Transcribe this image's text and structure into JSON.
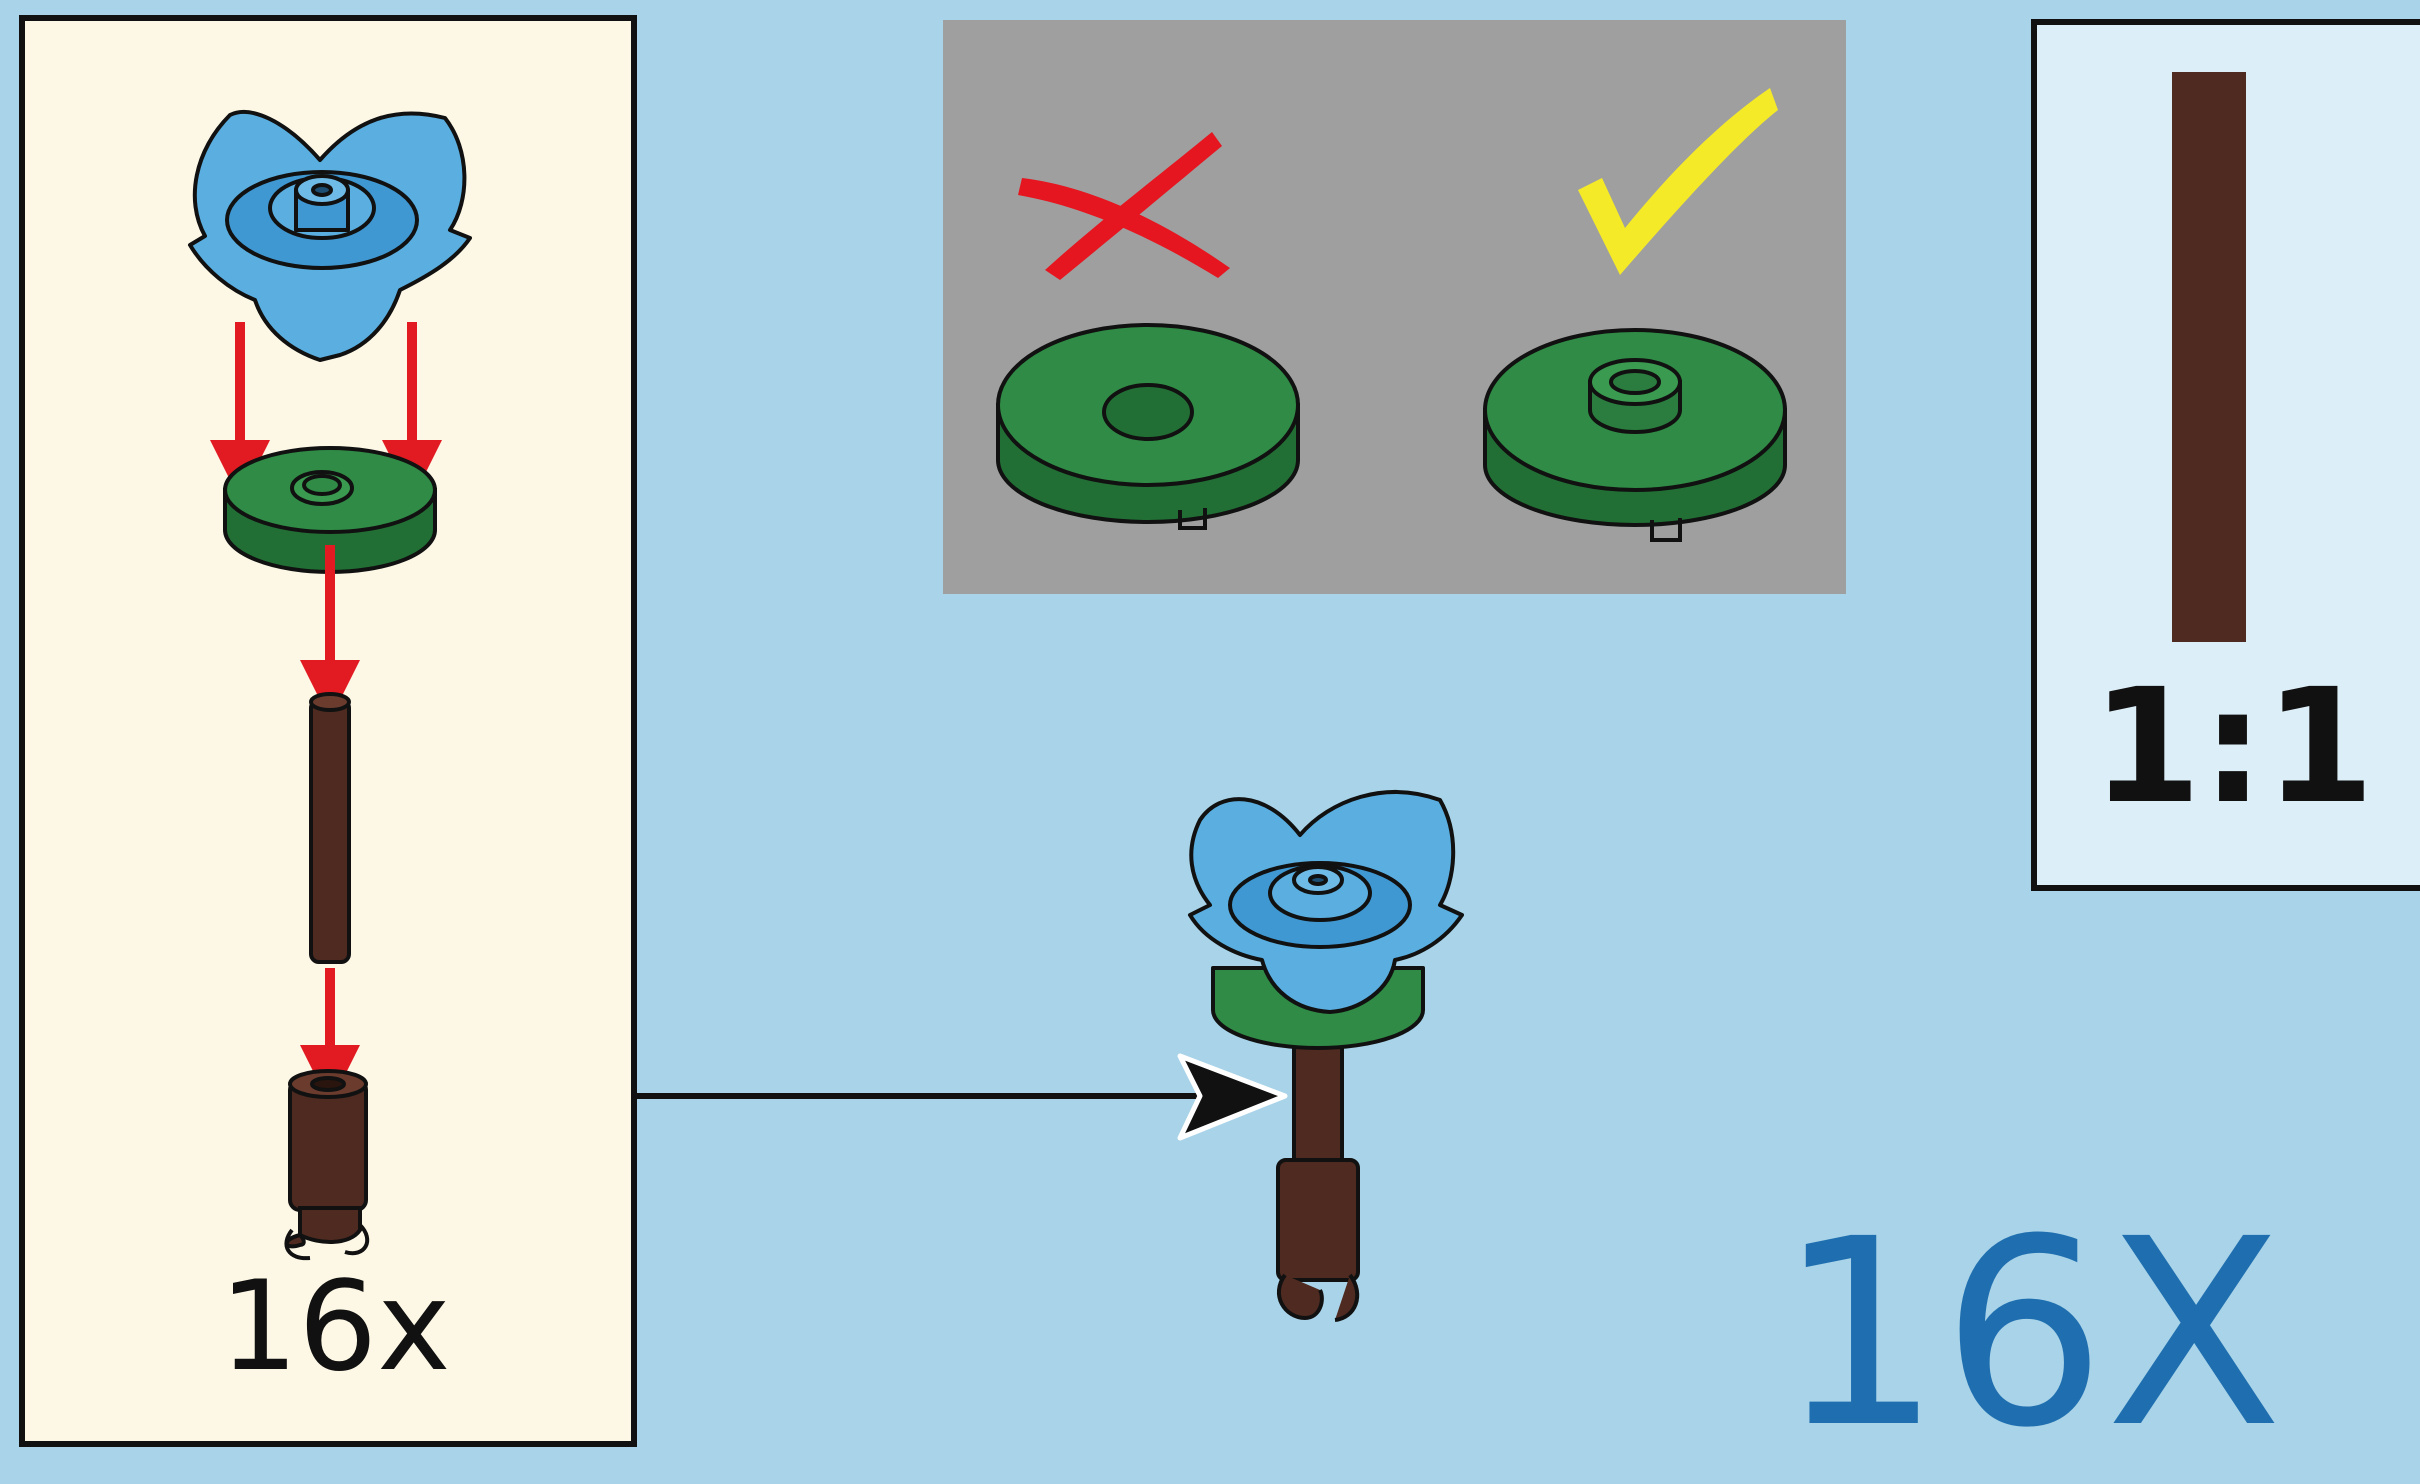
{
  "subassembly": {
    "count_label": "16x"
  },
  "scale_box": {
    "ratio_label": "1:1"
  },
  "main_step": {
    "count_label": "16X"
  },
  "colors": {
    "background": "#a8d3e8",
    "callout_panel": "#fdf8e6",
    "hint_panel": "#9f9f9f",
    "scale_panel": "#dceef8",
    "flower_blue": "#5aaee0",
    "tile_green": "#2f8b45",
    "stem_brown": "#4e2a20",
    "arrow_red": "#e21b22",
    "cross_red": "#e5161f",
    "check_yellow": "#f5ea27",
    "count_blue": "#1f6fb0"
  },
  "icons": [
    "cross-icon",
    "check-icon",
    "down-arrow-icon",
    "callout-arrow-icon"
  ]
}
